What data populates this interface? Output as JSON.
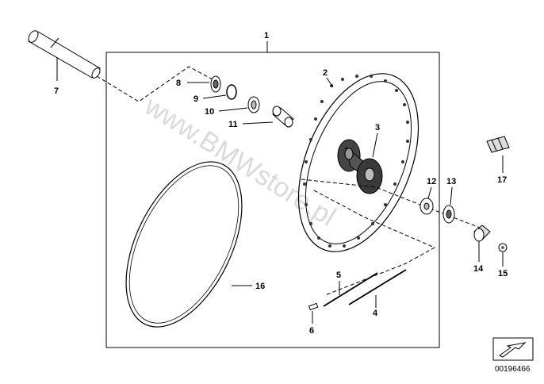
{
  "diagram": {
    "part_numbers": {
      "p1": "1",
      "p2": "2",
      "p3": "3",
      "p4": "4",
      "p5": "5",
      "p6": "6",
      "p7": "7",
      "p8": "8",
      "p9": "9",
      "p10": "10",
      "p11": "11",
      "p12": "12",
      "p13": "13",
      "p14": "14",
      "p15": "15",
      "p16": "16",
      "p17": "17"
    },
    "watermark": "www.BMWstore.pl",
    "diagram_id": "00196466"
  }
}
